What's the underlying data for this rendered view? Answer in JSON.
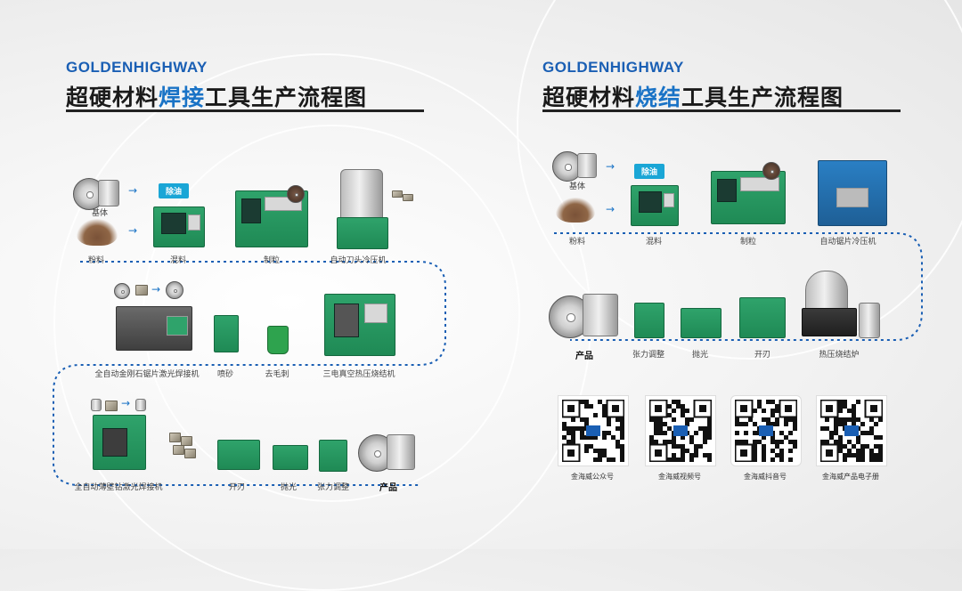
{
  "left": {
    "brand": "GOLDENHIGHWAY",
    "title_prefix": "超硬材料",
    "title_highlight": "焊接",
    "title_suffix": "工具生产流程图",
    "tag_degrease": "除油",
    "labels": {
      "substrate": "基体",
      "powder": "粉料",
      "mixing": "混料",
      "granulating": "制粒",
      "cold_press": "自动刀头冷压机",
      "laser_weld": "全自动金刚石锯片激光焊接机",
      "sandblast": "喷砂",
      "deburr": "去毛刺",
      "vacuum_sinter": "三电真空热压烧结机",
      "core_laser": "全自动薄壁钻激光焊接机",
      "sharpen": "开刃",
      "polish": "抛光",
      "tension": "张力调整",
      "product": "产品"
    }
  },
  "right": {
    "brand": "GOLDENHIGHWAY",
    "title_prefix": "超硬材料",
    "title_highlight": "烧结",
    "title_suffix": "工具生产流程图",
    "tag_degrease": "除油",
    "labels": {
      "substrate": "基体",
      "powder": "粉料",
      "mixing": "混料",
      "granulating": "制粒",
      "cold_press": "自动锯片冷压机",
      "hot_press": "热压烧结炉",
      "sharpen": "开刃",
      "polish": "抛光",
      "tension": "张力调整",
      "product": "产品"
    },
    "qr": [
      {
        "label": "金海威公众号",
        "icon": "qr-code-icon"
      },
      {
        "label": "金海威视频号",
        "icon": "qr-code-icon"
      },
      {
        "label": "金海威抖音号",
        "icon": "qr-code-icon"
      },
      {
        "label": "金海威产品电子册",
        "icon": "qr-code-icon"
      }
    ]
  },
  "colors": {
    "brand_blue": "#1a5fb4",
    "highlight_blue": "#1a73c6",
    "machine_green": "#2fa36b",
    "tag_cyan": "#1aa6d6"
  }
}
